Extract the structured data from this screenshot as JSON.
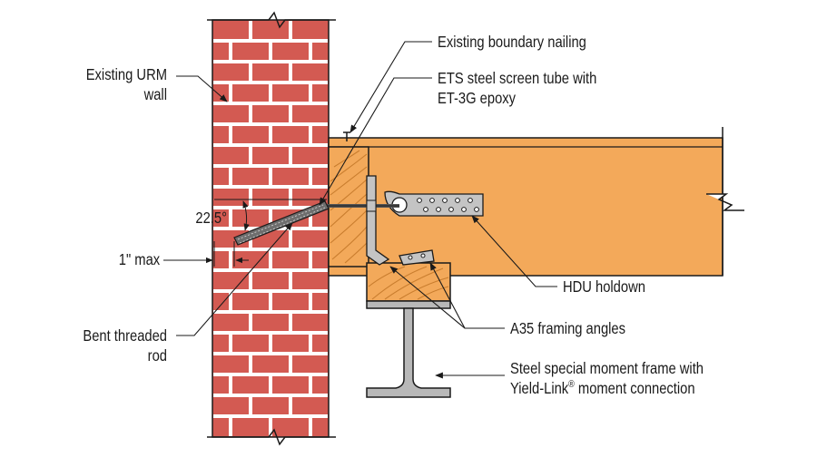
{
  "labels": {
    "existing_wall_line1": "Existing URM",
    "existing_wall_line2": "wall",
    "boundary_nailing": "Existing boundary nailing",
    "screen_tube_line1": "ETS steel screen tube with",
    "screen_tube_line2": "ET-3G epoxy",
    "angle": "22.5°",
    "max_distance": "1\" max",
    "rod_line1": "Bent threaded",
    "rod_line2": "rod",
    "holdown": "HDU holdown",
    "framing_angles": "A35 framing angles",
    "moment_frame_line1": "Steel special moment frame with",
    "moment_frame_line2_a": "Yield-Link",
    "moment_frame_line2_sup": "®",
    "moment_frame_line2_b": " moment connection"
  },
  "colors": {
    "brick": "#d35a52",
    "mortar": "#ffffff",
    "wood": "#f3a95a",
    "wood_grain": "#c97d2e",
    "steel": "#b8b8b8",
    "hardware": "#c4c4c4",
    "line": "#1a1a1a"
  }
}
